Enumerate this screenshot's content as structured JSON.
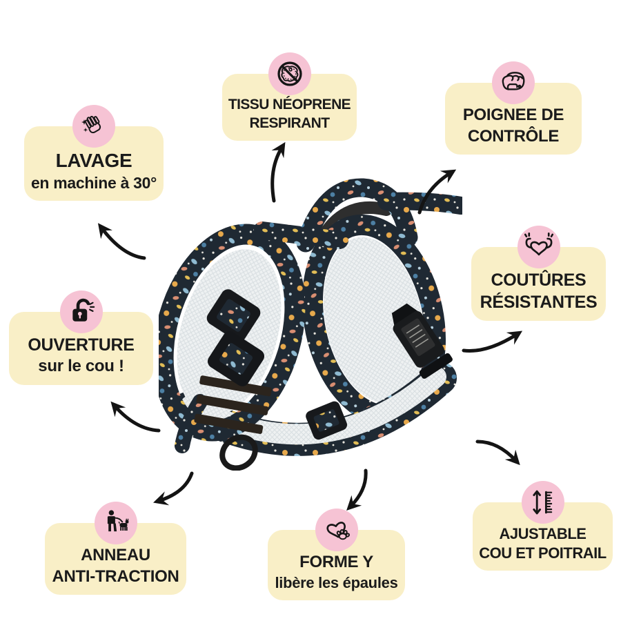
{
  "colors": {
    "background": "#ffffff",
    "box_bg": "#f9efc7",
    "circle_bg": "#f6c3d4",
    "text": "#1b1b1b",
    "arrow": "#141414",
    "harness_fabric": "#1f2933",
    "harness_mesh": "#eef1f2"
  },
  "product_image": {
    "name": "floral-dog-harness"
  },
  "features": [
    {
      "id": "lavage",
      "icon": "sparkling-hand-icon",
      "line1": "LAVAGE",
      "line2": "en machine à 30°"
    },
    {
      "id": "tissu",
      "icon": "no-leather-icon",
      "line1": "TISSU NÉOPRENE",
      "line2": "RESPIRANT"
    },
    {
      "id": "poignee",
      "icon": "fist-icon",
      "line1": "POIGNEE DE",
      "line2": "CONTRÔLE"
    },
    {
      "id": "coutures",
      "icon": "strong-heart-icon",
      "line1": "COUTÛRES",
      "line2": "RÉSISTANTES"
    },
    {
      "id": "ouverture",
      "icon": "open-padlock-icon",
      "line1": "OUVERTURE",
      "line2": "sur le cou !"
    },
    {
      "id": "anneau",
      "icon": "dog-walker-icon",
      "line1": "ANNEAU",
      "line2": "ANTI-TRACTION"
    },
    {
      "id": "forme",
      "icon": "heart-paw-icon",
      "line1": "FORME Y",
      "line2": "libère les épaules"
    },
    {
      "id": "ajustable",
      "icon": "ruler-arrows-icon",
      "line1": "AJUSTABLE",
      "line2": "COU ET POITRAIL"
    }
  ]
}
